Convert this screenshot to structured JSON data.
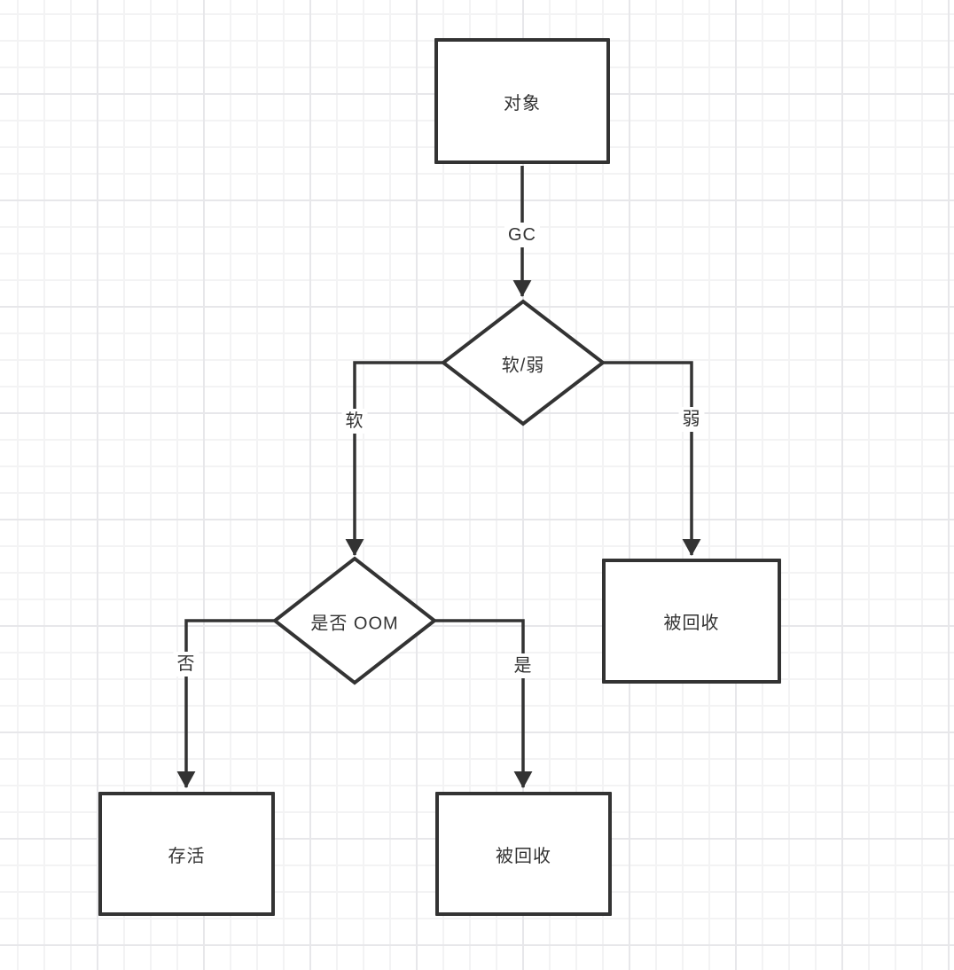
{
  "diagram": {
    "kind": "flowchart",
    "topic": "object-gc-soft-weak-reference-flow",
    "nodes": [
      {
        "id": "object",
        "type": "rect",
        "label": "对象"
      },
      {
        "id": "soft-weak",
        "type": "diamond",
        "label": "软/弱"
      },
      {
        "id": "oom",
        "type": "diamond",
        "label": "是否 OOM"
      },
      {
        "id": "recycled-right",
        "type": "rect",
        "label": "被回收"
      },
      {
        "id": "survive",
        "type": "rect",
        "label": "存活"
      },
      {
        "id": "recycled-bottom",
        "type": "rect",
        "label": "被回收"
      }
    ],
    "edges": [
      {
        "from": "object",
        "to": "soft-weak",
        "label": "GC"
      },
      {
        "from": "soft-weak",
        "to": "oom",
        "label": "软"
      },
      {
        "from": "soft-weak",
        "to": "recycled-right",
        "label": "弱"
      },
      {
        "from": "oom",
        "to": "survive",
        "label": "否"
      },
      {
        "from": "oom",
        "to": "recycled-bottom",
        "label": "是"
      }
    ],
    "colors": {
      "stroke": "#333333",
      "shape_fill": "#ffffff",
      "text": "#333333",
      "grid_minor": "#f3f3f4",
      "grid_major": "#e7e7ea",
      "background": "#ffffff"
    }
  }
}
